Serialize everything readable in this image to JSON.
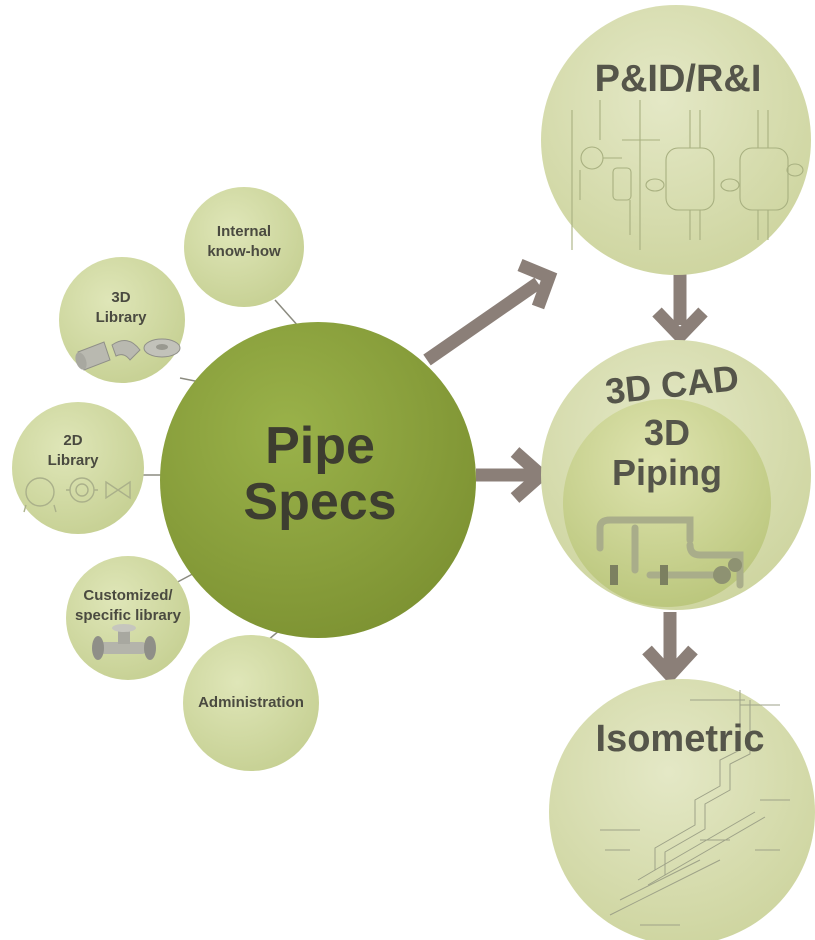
{
  "center": {
    "line1": "Pipe",
    "line2": "Specs"
  },
  "inputs": {
    "internal_know_how": {
      "line1": "Internal",
      "line2": "know-how"
    },
    "library_3d": {
      "line1": "3D",
      "line2": "Library"
    },
    "library_2d": {
      "line1": "2D",
      "line2": "Library"
    },
    "custom_library": {
      "line1": "Customized/",
      "line2": "specific library"
    },
    "administration": {
      "label": "Administration"
    }
  },
  "outputs": {
    "pid": {
      "label": "P&ID/R&I"
    },
    "cad": {
      "label": "3D CAD",
      "inner_line1": "3D",
      "inner_line2": "Piping"
    },
    "isometric": {
      "label": "Isometric"
    }
  },
  "colors": {
    "center_fill": "#8ca23c",
    "satellite_fill": "#cfd8a0",
    "output_fill": "#d6dcae",
    "arrow": "#8b7f78",
    "connector": "#8b8b80",
    "text_dark": "#4a4a40"
  }
}
